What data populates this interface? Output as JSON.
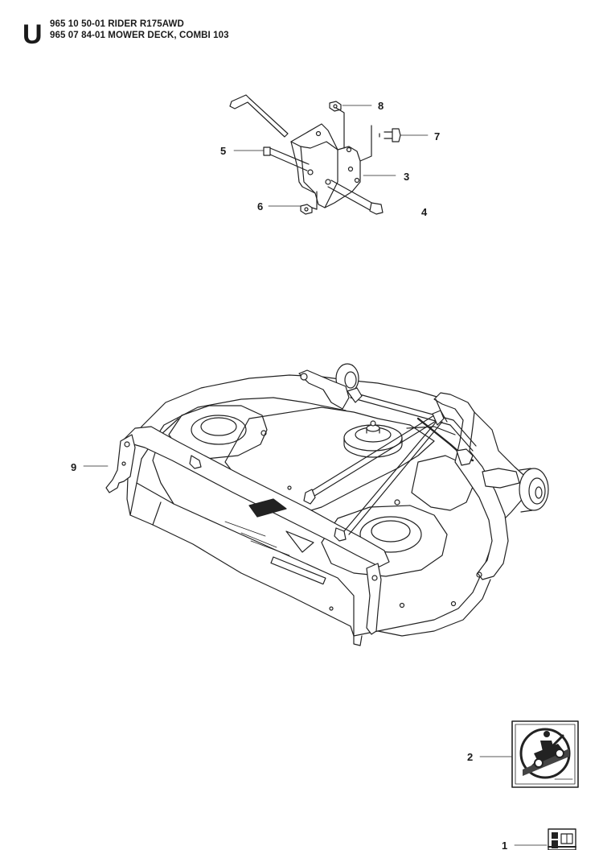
{
  "header": {
    "section_letter": "U",
    "line1": "965 10 50-01 RIDER R175AWD",
    "line2": "965 07 84-01 MOWER DECK, COMBI 103"
  },
  "callouts": [
    {
      "id": "8",
      "label": "8"
    },
    {
      "id": "7",
      "label": "7"
    },
    {
      "id": "5",
      "label": "5"
    },
    {
      "id": "3",
      "label": "3"
    },
    {
      "id": "6",
      "label": "6"
    },
    {
      "id": "4",
      "label": "4"
    },
    {
      "id": "9",
      "label": "9"
    },
    {
      "id": "2",
      "label": "2"
    },
    {
      "id": "1",
      "label": "1"
    }
  ],
  "icons": {
    "warning_label": "no-riding-on-slope-warning-icon",
    "manual": "manual-book-icon"
  }
}
